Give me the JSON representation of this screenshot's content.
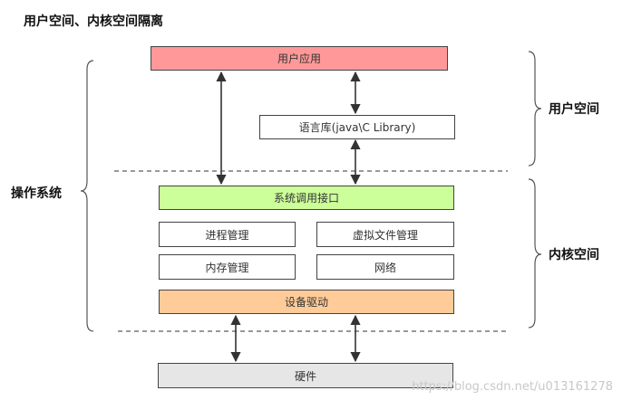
{
  "title": "用户空间、内核空间隔离",
  "boxes": {
    "user_app": "用户应用",
    "lang_lib": "语言库(java\\C Library)",
    "syscall": "系统调用接口",
    "process_mgmt": "进程管理",
    "vfs_mgmt": "虚拟文件管理",
    "memory_mgmt": "内存管理",
    "network": "网络",
    "device_driver": "设备驱动",
    "hardware": "硬件"
  },
  "labels": {
    "user_space": "用户空间",
    "kernel_space": "内核空间",
    "os": "操作系统"
  },
  "colors": {
    "user_app": "#ff9999",
    "syscall": "#ccff99",
    "device_driver": "#ffcc99",
    "hardware": "#e6e6e6"
  },
  "watermark": "https://blog.csdn.net/u013161278"
}
